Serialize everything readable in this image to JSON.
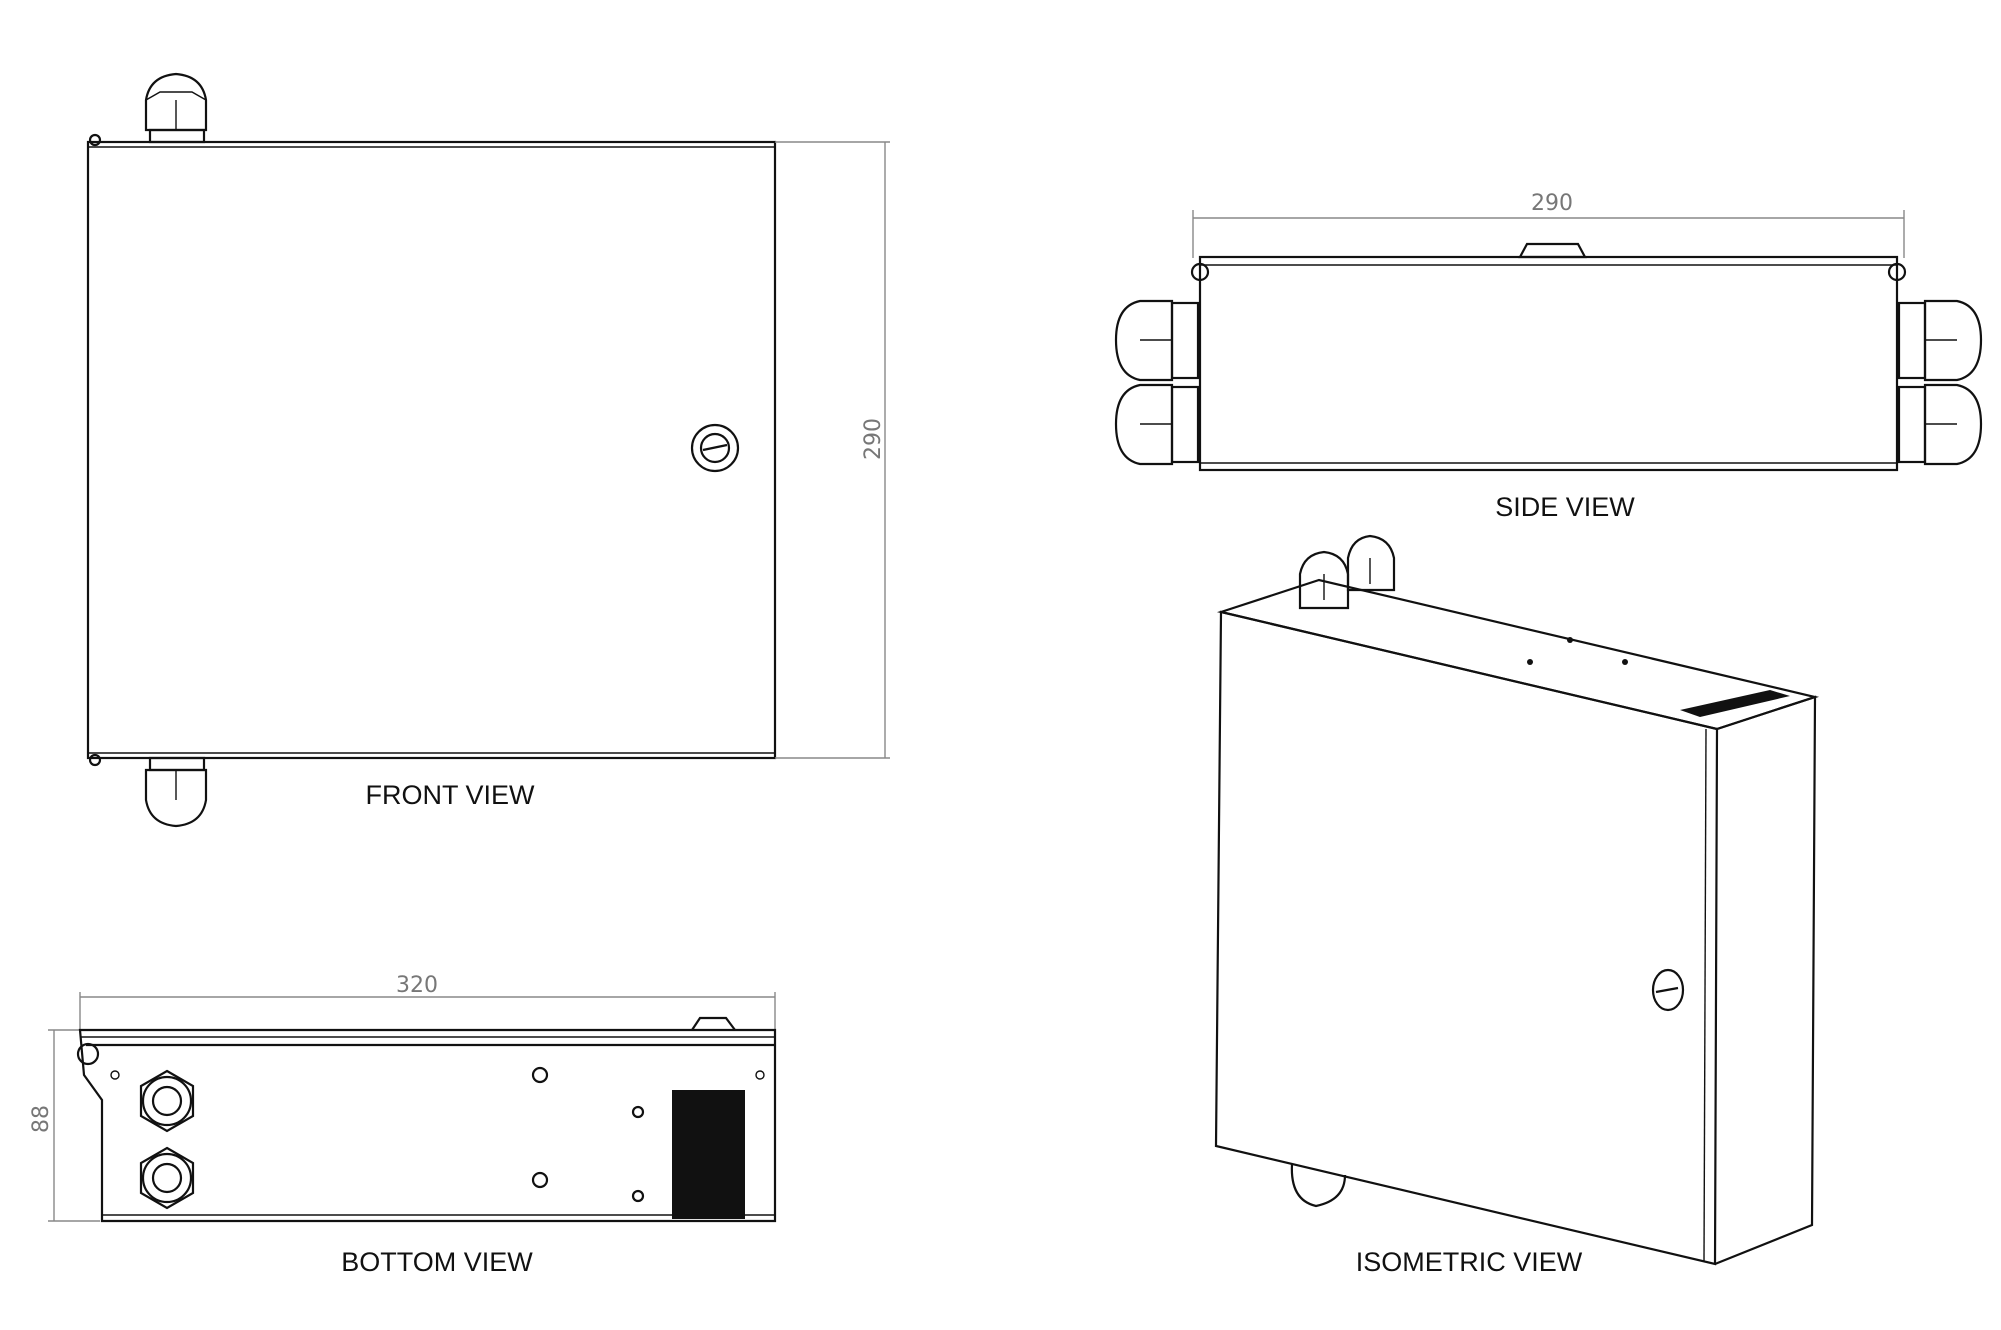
{
  "views": {
    "front": {
      "label": "FRONT VIEW",
      "height_dim": "290"
    },
    "side": {
      "label": "SIDE VIEW",
      "width_dim": "290"
    },
    "bottom": {
      "label": "BOTTOM VIEW",
      "width_dim": "320",
      "depth_dim": "88"
    },
    "isometric": {
      "label": "ISOMETRIC VIEW"
    }
  },
  "colors": {
    "line": "#111111",
    "dimension": "#888888"
  }
}
